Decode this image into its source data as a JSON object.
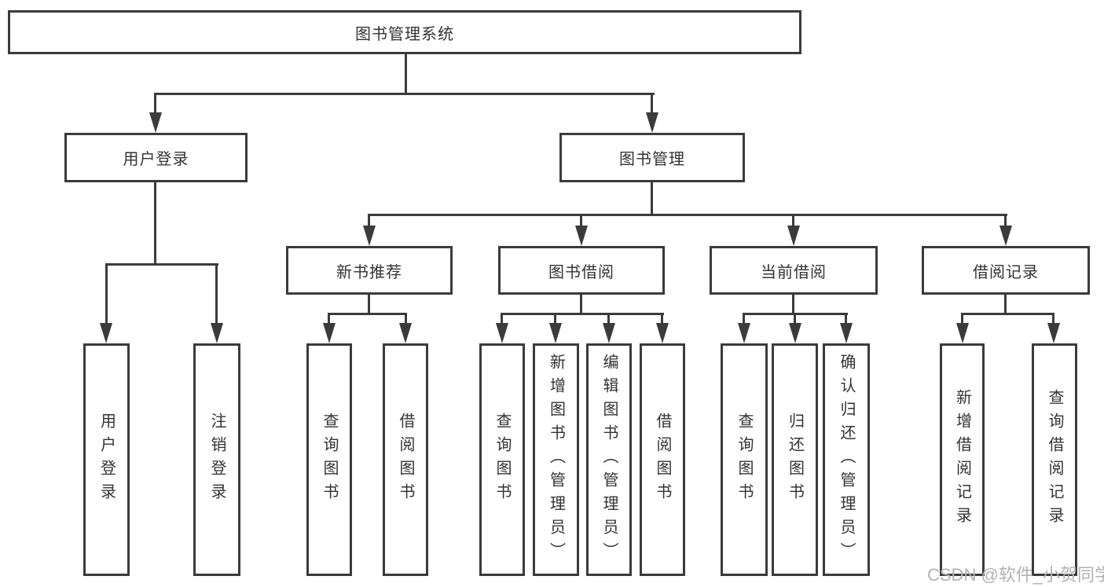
{
  "nodes": {
    "root": {
      "label": "图书管理系统"
    },
    "level2": [
      {
        "label": "用户登录"
      },
      {
        "label": "图书管理"
      }
    ],
    "level3": [
      {
        "label": "新书推荐"
      },
      {
        "label": "图书借阅"
      },
      {
        "label": "当前借阅"
      },
      {
        "label": "借阅记录"
      }
    ],
    "leaves": {
      "login": [
        {
          "label": "用户登录"
        },
        {
          "label": "注销登录"
        }
      ],
      "recommend": [
        {
          "label": "查询图书"
        },
        {
          "label": "借阅图书"
        }
      ],
      "borrow": [
        {
          "label": "查询图书"
        },
        {
          "label": "新增图书（管理员）"
        },
        {
          "label": "编辑图书（管理员）"
        },
        {
          "label": "借阅图书"
        }
      ],
      "current": [
        {
          "label": "查询图书"
        },
        {
          "label": "归还图书"
        },
        {
          "label": "确认归还（管理员）"
        }
      ],
      "records": [
        {
          "label": "新增借阅记录"
        },
        {
          "label": "查询借阅记录"
        }
      ]
    }
  },
  "watermark": "CSDN @软件_小贺同学",
  "colors": {
    "line": "#3b3b3b",
    "text": "#333333",
    "watermark": "#b2b2b6",
    "background": "#ffffff"
  }
}
